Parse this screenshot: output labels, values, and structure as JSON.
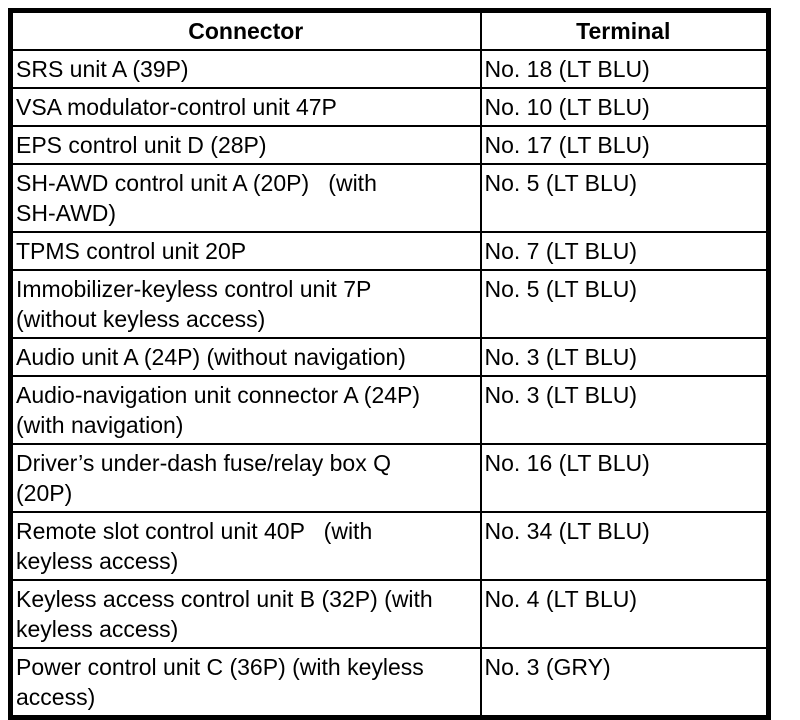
{
  "colors": {
    "background": "#ffffff",
    "border": "#000000",
    "text": "#000000"
  },
  "table": {
    "headers": {
      "connector": "Connector",
      "terminal": "Terminal"
    },
    "rows": [
      {
        "connector": "SRS unit A (39P)",
        "terminal": "No. 18 (LT BLU)"
      },
      {
        "connector": "VSA modulator-control unit 47P",
        "terminal": "No. 10 (LT BLU)"
      },
      {
        "connector": "EPS control unit D (28P)",
        "terminal": "No. 17 (LT BLU)"
      },
      {
        "connector": "SH-AWD control unit A (20P)   (with\nSH-AWD)",
        "terminal": "No. 5 (LT BLU)"
      },
      {
        "connector": "TPMS control unit 20P",
        "terminal": "No. 7 (LT BLU)"
      },
      {
        "connector": "Immobilizer-keyless control unit 7P\n(without keyless access)",
        "terminal": "No. 5 (LT BLU)"
      },
      {
        "connector": "Audio unit A (24P) (without navigation)",
        "terminal": "No. 3 (LT BLU)"
      },
      {
        "connector": "Audio-navigation unit connector A (24P)\n(with navigation)",
        "terminal": "No. 3 (LT BLU)"
      },
      {
        "connector": "Driver’s under-dash fuse/relay box Q\n(20P)",
        "terminal": "No. 16 (LT BLU)"
      },
      {
        "connector": "Remote slot control unit 40P   (with\nkeyless access)",
        "terminal": "No. 34 (LT BLU)"
      },
      {
        "connector": "Keyless access control unit B (32P) (with\nkeyless access)",
        "terminal": "No. 4 (LT BLU)"
      },
      {
        "connector": "Power control unit C (36P) (with keyless\naccess)",
        "terminal": "No. 3 (GRY)"
      }
    ]
  }
}
